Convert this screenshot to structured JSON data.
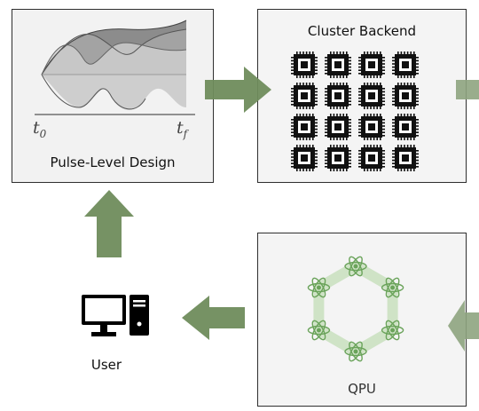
{
  "pulse_panel": {
    "label": "Pulse-Level Design",
    "t_start": "t",
    "t_start_sub": "0",
    "t_end": "t",
    "t_end_sub": "f"
  },
  "cluster_panel": {
    "label": "Cluster Backend",
    "chip_rows": 4,
    "chip_cols": 4,
    "icon": "processor-chip-icon"
  },
  "qpu_panel": {
    "label": "QPU",
    "icon": "atom-ring-icon"
  },
  "user": {
    "label": "User",
    "icon": "desktop-computer-icon"
  },
  "colors": {
    "arrow": "#6f8c5c",
    "atom": "#6aa35a",
    "panel_border": "#2f2f2f"
  }
}
